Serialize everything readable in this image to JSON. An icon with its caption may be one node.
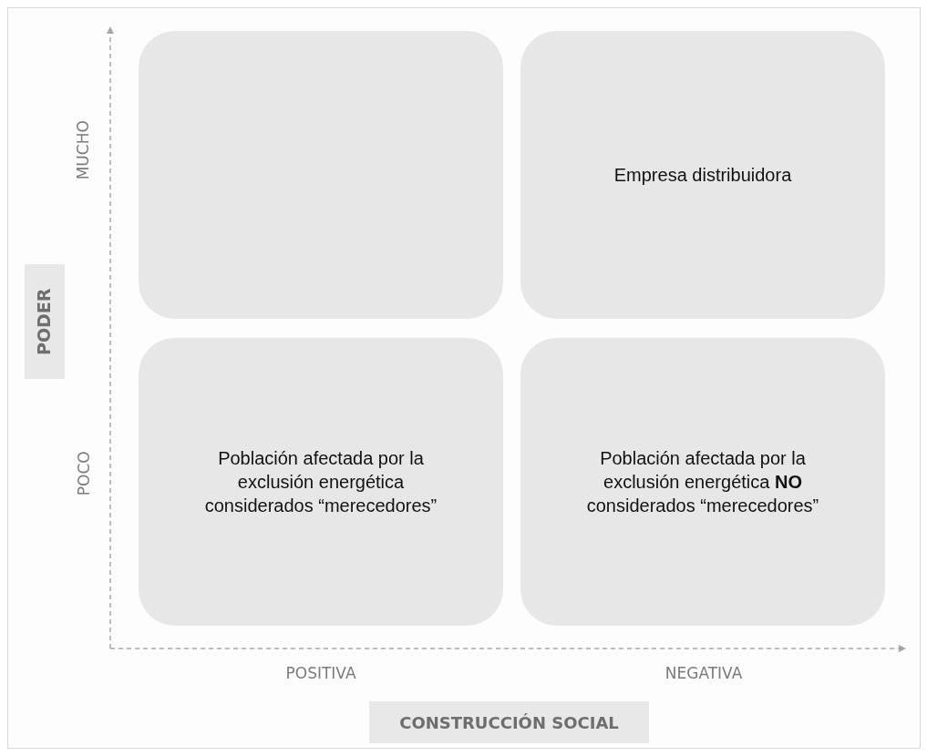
{
  "diagram": {
    "nodes": [
      {
        "text": [],
        "shape": "box"
      },
      {
        "text": [
          "Empresa distribuidora"
        ]
      },
      {
        "text": [
          "Población afectada por la exclusión energética considerados “merecedores”"
        ]
      },
      {
        "text": [
          "Población afectada por la exclusión energética **NO** considerados “merecedores”"
        ]
      },
      {
        "text": [
          "PODER"
        ]
      },
      {
        "text": [
          "CONSTRUCCIÓN SOCIAL"
        ]
      }
    ],
    "labels": [
      "MUCHO",
      "POCO",
      "POSITIVA",
      "NEGATIVA"
    ]
  }
}
